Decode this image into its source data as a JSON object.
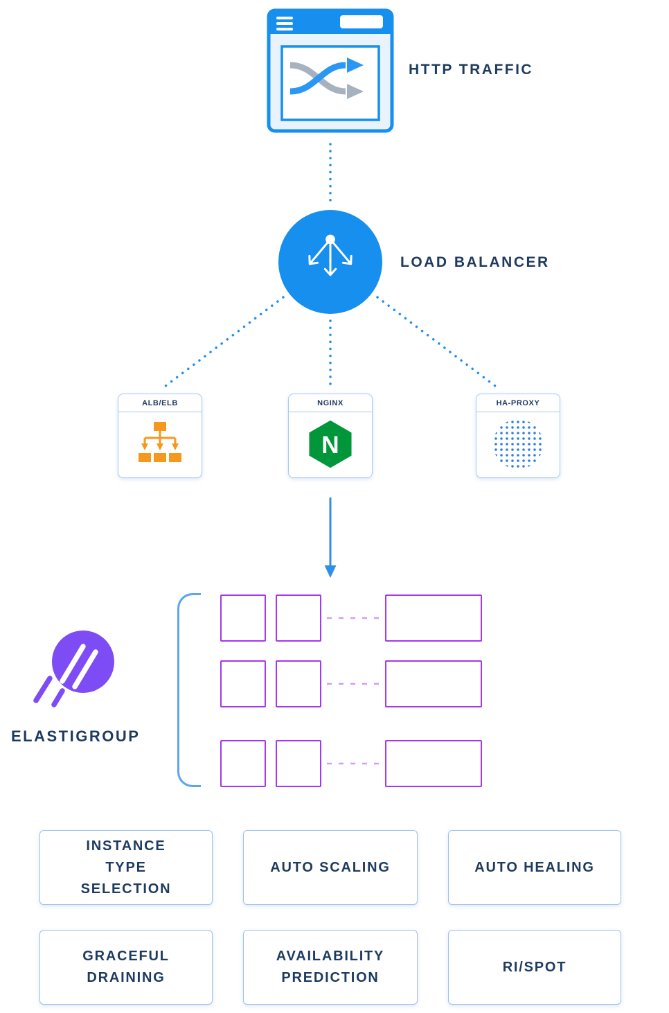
{
  "diagram": {
    "http_traffic_label": "HTTP TRAFFIC",
    "load_balancer_label": "LOAD BALANCER",
    "elastigroup_label": "ELASTIGROUP",
    "nginx_letter": "N",
    "balancers": [
      {
        "label": "ALB/ELB",
        "icon": "alb-elb-flow-icon"
      },
      {
        "label": "NGINX",
        "icon": "nginx-logo-icon"
      },
      {
        "label": "HA-PROXY",
        "icon": "haproxy-sphere-icon"
      }
    ],
    "features": [
      {
        "label": "INSTANCE TYPE SELECTION"
      },
      {
        "label": "AUTO SCALING"
      },
      {
        "label": "AUTO HEALING"
      },
      {
        "label": "GRACEFUL DRAINING"
      },
      {
        "label": "AVAILABILITY PREDICTION"
      },
      {
        "label": "RI/SPOT"
      }
    ],
    "icons": {
      "traffic": "browser-traffic-icon",
      "load_balancer": "load-balancer-arrows-icon",
      "elastigroup": "elastigroup-comet-icon"
    },
    "colors": {
      "blue": "#168fee",
      "navy_text": "#1d3a5f",
      "purple_box": "#a437ef",
      "purple_dash": "#cf9ef5",
      "violet_logo": "#7d4cf5",
      "light_blue_border": "#a9c8ef",
      "brace_blue": "#5ea5f0",
      "orange": "#f5991e",
      "nginx_green": "#009639",
      "haproxy_blue": "#2a7de1",
      "gray_arrow": "#a6b2c0"
    }
  }
}
